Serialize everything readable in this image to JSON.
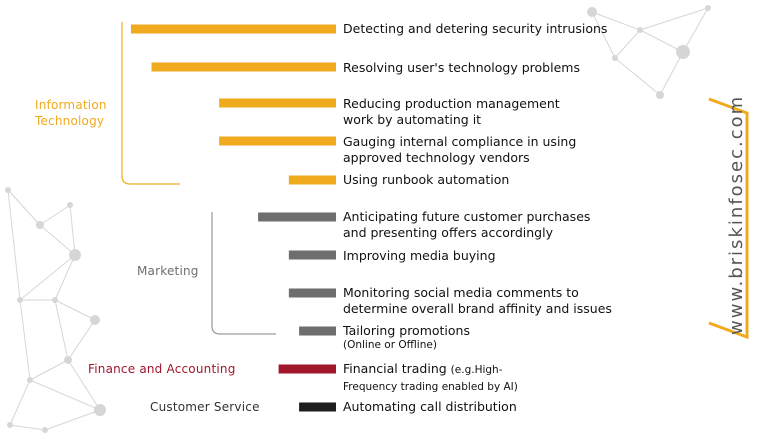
{
  "colors": {
    "information_technology": "#F0AA1E",
    "marketing": "#6E6E6E",
    "finance_and_accounting": "#A0162B",
    "customer_service": "#1E1E1E",
    "bracket_marketing": "#9A9A9A",
    "network_decoration": "#D6D6D6",
    "brand_frame": "#F0AA1E"
  },
  "brand": {
    "website": "www.briskinfosec.com"
  },
  "categories": {
    "it": "Information Technology",
    "marketing": "Marketing",
    "finance": "Finance and Accounting",
    "customer_service": "Customer Service"
  },
  "chart_data": {
    "type": "bar",
    "orientation": "horizontal",
    "title": "",
    "xlabel": "",
    "ylabel": "",
    "value_scale": "relative bar length (no axis printed)",
    "grid": false,
    "groups": [
      {
        "name": "Information Technology",
        "color": "#F0AA1E",
        "items": [
          {
            "label": "Detecting and detering security intrusions",
            "value": 100
          },
          {
            "label": "Resolving user's technology problems",
            "value": 90
          },
          {
            "label": "Reducing production management work by automating it",
            "value": 57
          },
          {
            "label": "Gauging internal compliance in using approved technology vendors",
            "value": 57
          },
          {
            "label": "Using runbook automation",
            "value": 23
          }
        ]
      },
      {
        "name": "Marketing",
        "color": "#6E6E6E",
        "items": [
          {
            "label": "Anticipating future customer purchases and presenting offers accordingly",
            "value": 38
          },
          {
            "label": "Improving media buying",
            "value": 23
          },
          {
            "label": "Monitoring social media comments to determine overall brand affinity and issues",
            "value": 23
          },
          {
            "label": "Tailoring promotions",
            "note": "(Online or Offline)",
            "value": 18
          }
        ]
      },
      {
        "name": "Finance and Accounting",
        "color": "#A0162B",
        "items": [
          {
            "label": "Financial trading",
            "note": "(e.g.High-Frequency trading enabled by AI)",
            "value": 28
          }
        ]
      },
      {
        "name": "Customer Service",
        "color": "#1E1E1E",
        "items": [
          {
            "label": "Automating call distribution",
            "value": 18
          }
        ]
      }
    ]
  }
}
